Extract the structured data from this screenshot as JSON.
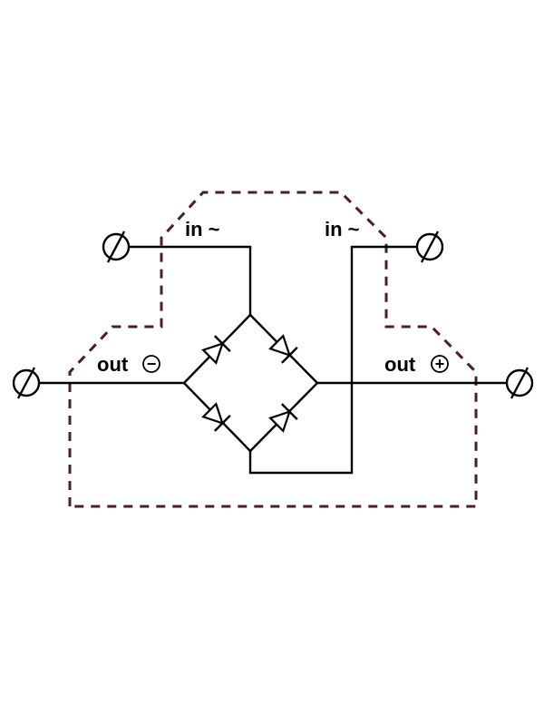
{
  "labels": {
    "in_left": "in ~",
    "in_right": "in ~",
    "out_neg": "out",
    "out_pos": "out",
    "neg_sign": "−",
    "pos_sign": "+"
  },
  "colors": {
    "housing": "#4a1f2c",
    "wire": "#000000"
  },
  "icons": {
    "terminal": "terminal-circle-slash-icon",
    "diode": "diode-icon"
  }
}
